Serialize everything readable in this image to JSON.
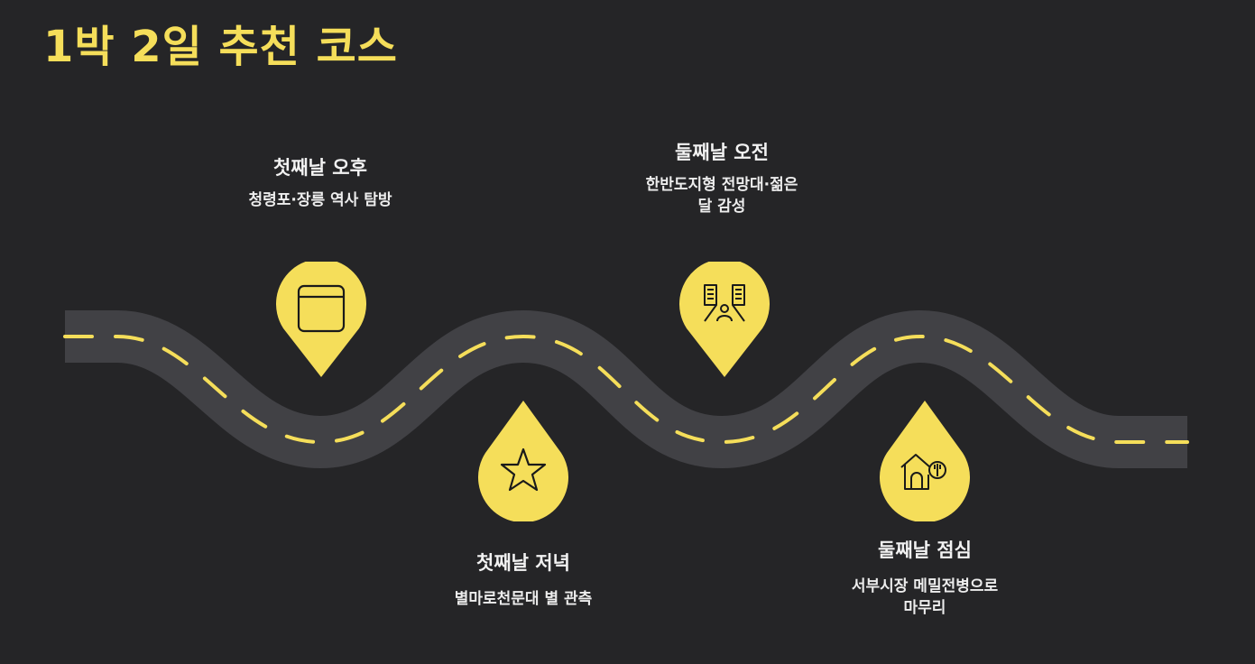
{
  "title": "1박 2일 추천 코스",
  "colors": {
    "background": "#252527",
    "accent": "#F5DE5A",
    "road": "#414145",
    "text": "#F2F2F2"
  },
  "stops": [
    {
      "heading": "첫째날 오후",
      "description": "청령포·장릉 역사 탐방",
      "icon": "calendar-icon"
    },
    {
      "heading": "첫째날 저녁",
      "description": "별마로천문대 별 관측",
      "icon": "star-icon"
    },
    {
      "heading": "둘째날 오전",
      "description_lines": [
        "한반도지형 전망대·젊은",
        "달 감성"
      ],
      "icon": "city-street-icon"
    },
    {
      "heading": "둘째날 점심",
      "description_lines": [
        "서부시장 메밀전병으로",
        "마무리"
      ],
      "icon": "restaurant-house-icon"
    }
  ]
}
